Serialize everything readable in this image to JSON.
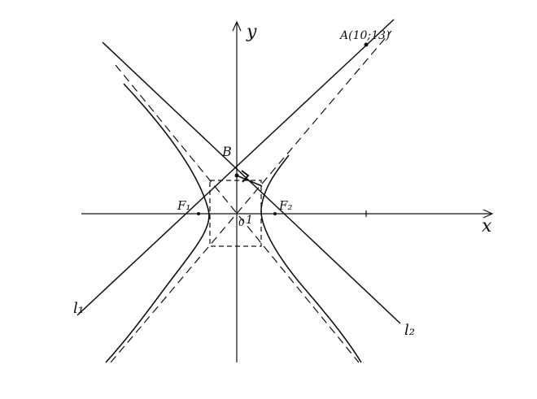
{
  "diagram": {
    "colors": {
      "ink": "#111111",
      "background": "#ffffff"
    },
    "labels": {
      "x_axis": "x",
      "y_axis": "y",
      "point_a": "A(10;13)",
      "point_b": "B",
      "focus_1": "F₁",
      "focus_2": "F₂",
      "origin": "0",
      "unit": "1",
      "line_1": "l₁",
      "line_2": "l₂"
    }
  }
}
